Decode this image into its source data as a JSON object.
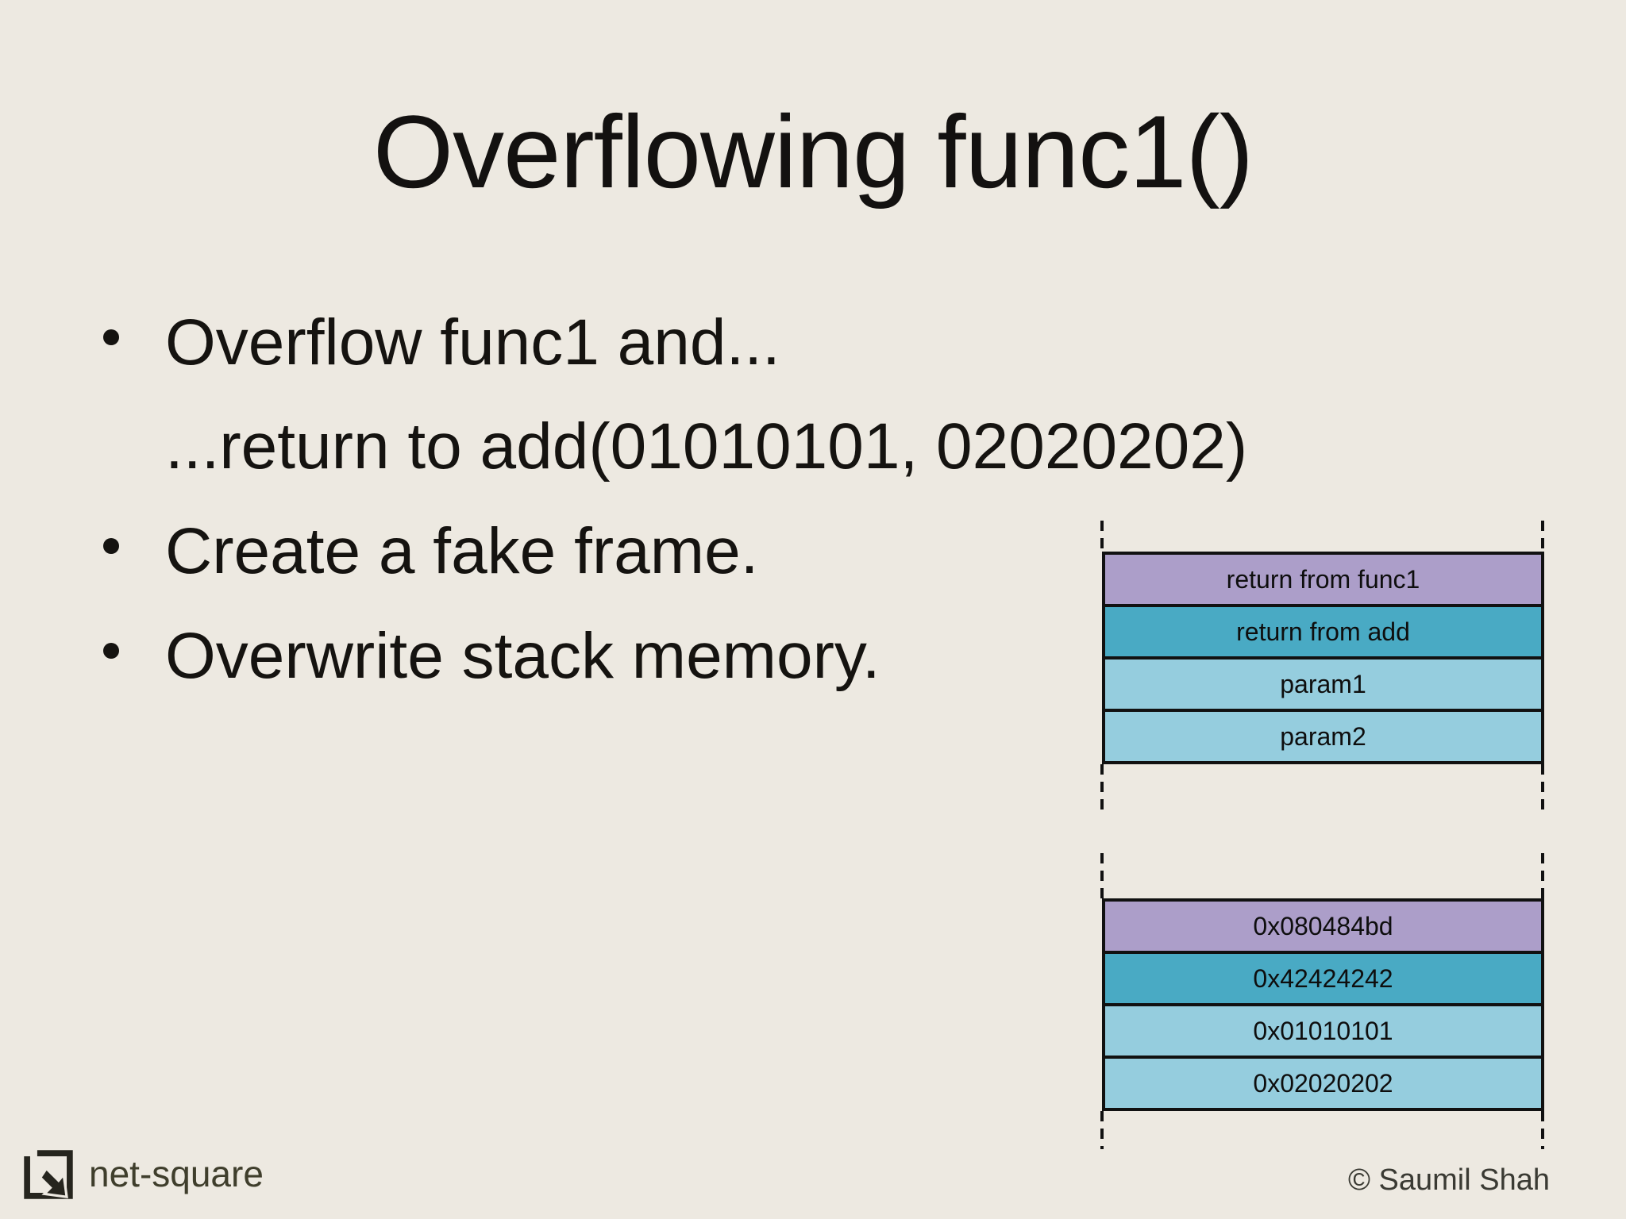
{
  "slide": {
    "title": "Overflowing func1()",
    "bullets": [
      {
        "text": "Overflow func1 and...",
        "has_marker": true
      },
      {
        "text": "...return to add(01010101, 02020202)",
        "has_marker": false
      },
      {
        "text": "Create a fake frame.",
        "has_marker": true
      },
      {
        "text": "Overwrite stack memory.",
        "has_marker": true
      }
    ]
  },
  "stacks": [
    {
      "rows": [
        {
          "label": "return from func1",
          "color": "purple"
        },
        {
          "label": "return from add",
          "color": "teal"
        },
        {
          "label": "param1",
          "color": "light"
        },
        {
          "label": "param2",
          "color": "light"
        }
      ]
    },
    {
      "rows": [
        {
          "label": "0x080484bd",
          "color": "purple"
        },
        {
          "label": "0x42424242",
          "color": "teal"
        },
        {
          "label": "0x01010101",
          "color": "light"
        },
        {
          "label": "0x02020202",
          "color": "light"
        }
      ]
    }
  ],
  "footer": {
    "brand": "net-square",
    "copyright": "© Saumil Shah"
  },
  "colors": {
    "background": "#EDE9E1",
    "row_purple": "#AC9EC9",
    "row_teal": "#49AAC4",
    "row_light_blue": "#95CDDE",
    "border_black": "#111111",
    "text_black": "#151310",
    "brand_text": "#3F3E2C",
    "copyright_text": "#3A3A33"
  }
}
